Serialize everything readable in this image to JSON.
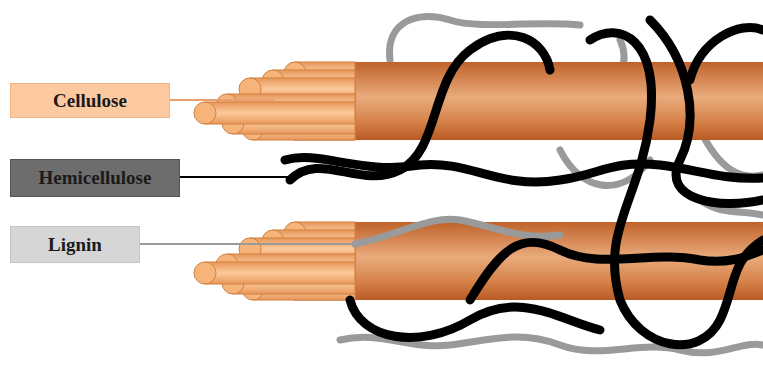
{
  "diagram": {
    "nodes": [
      {
        "text": [
          "Cellulose"
        ]
      },
      {
        "text": [
          "Hemicellulose"
        ]
      },
      {
        "text": [
          "Lignin"
        ]
      }
    ]
  }
}
